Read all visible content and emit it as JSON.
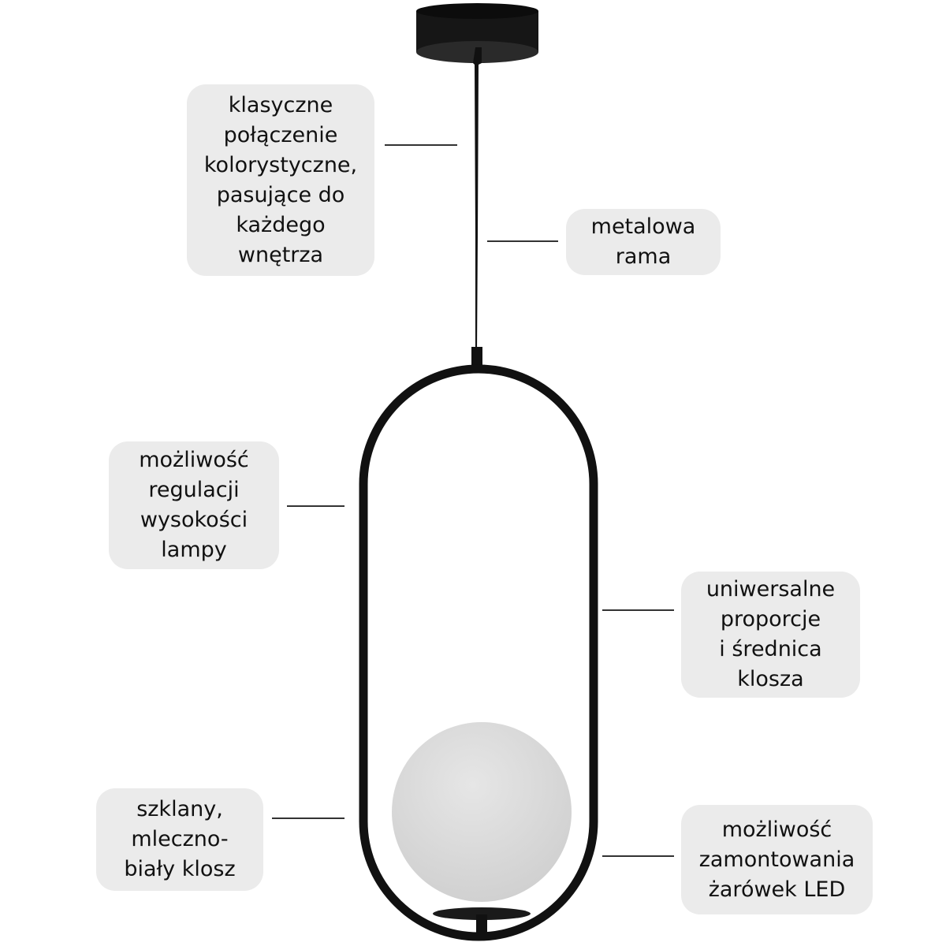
{
  "colors": {
    "label_bg": "#ebebeb",
    "frame": "#111111",
    "globe": "#dcdcdc"
  },
  "labels": [
    {
      "lines": [
        "klasyczne",
        "połączenie",
        "kolorystyczne,",
        "pasujące do",
        "każdego",
        "wnętrza"
      ]
    },
    {
      "lines": [
        "metalowa",
        "rama"
      ]
    },
    {
      "lines": [
        "możliwość",
        "regulacji",
        "wysokości",
        "lampy"
      ]
    },
    {
      "lines": [
        "uniwersalne",
        "proporcje",
        "i średnica",
        "klosza"
      ]
    },
    {
      "lines": [
        "szklany,",
        "mleczno-",
        "biały klosz"
      ]
    },
    {
      "lines": [
        "możliwość",
        "zamontowania",
        "żarówek LED"
      ]
    }
  ]
}
